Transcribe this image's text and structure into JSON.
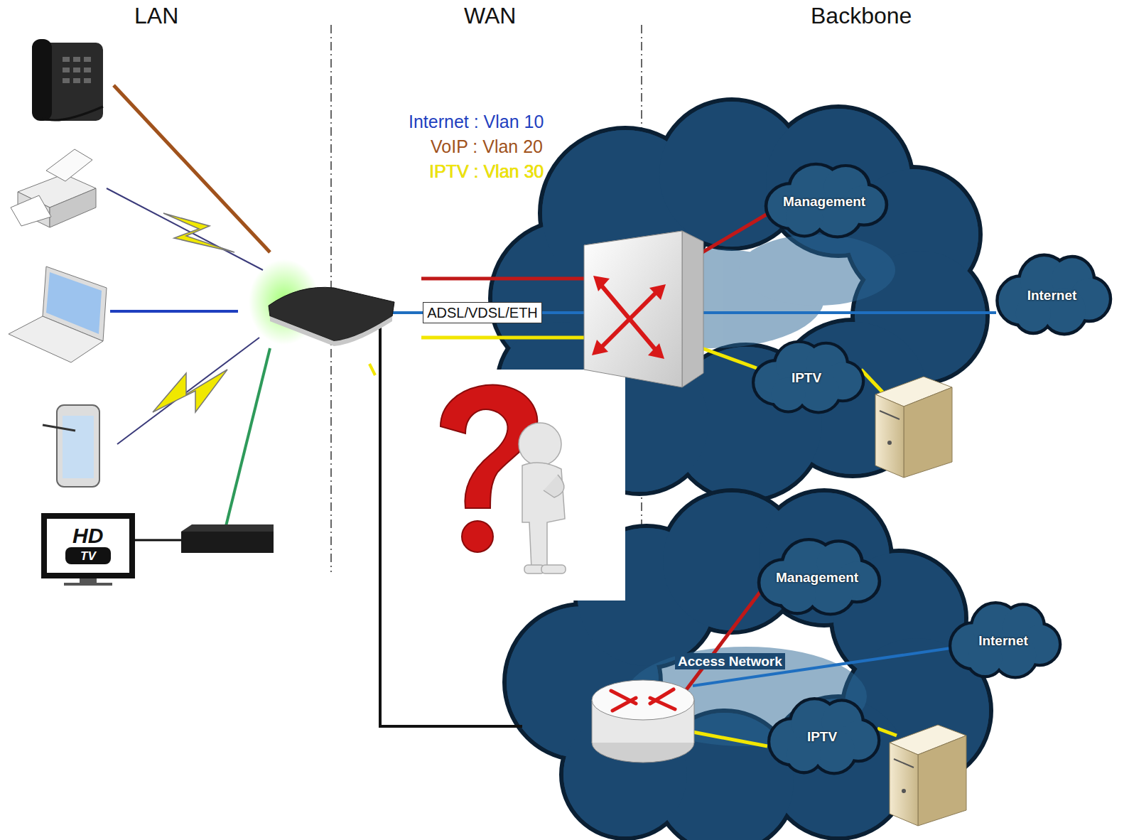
{
  "diagram": {
    "nodes": [
      {
        "text": [
          "ADSL/VDSL/ETH"
        ]
      },
      {
        "text": [
          "Management"
        ]
      },
      {
        "text": [
          "Internet"
        ]
      },
      {
        "text": [
          "IPTV"
        ]
      },
      {
        "text": [
          "Management"
        ]
      },
      {
        "text": [
          "Internet"
        ]
      },
      {
        "text": [
          "IPTV"
        ]
      }
    ],
    "labels": [
      "LAN",
      "WAN",
      "Backbone",
      "HD",
      "TV",
      "Access Network"
    ],
    "legend": [
      {
        "text": "Internet : Vlan 10",
        "color": "#1f3fbf"
      },
      {
        "text": "VoIP : Vlan 20",
        "color": "#a0521c"
      },
      {
        "text": "IPTV : Vlan 30",
        "color": "#f2e600"
      }
    ]
  }
}
